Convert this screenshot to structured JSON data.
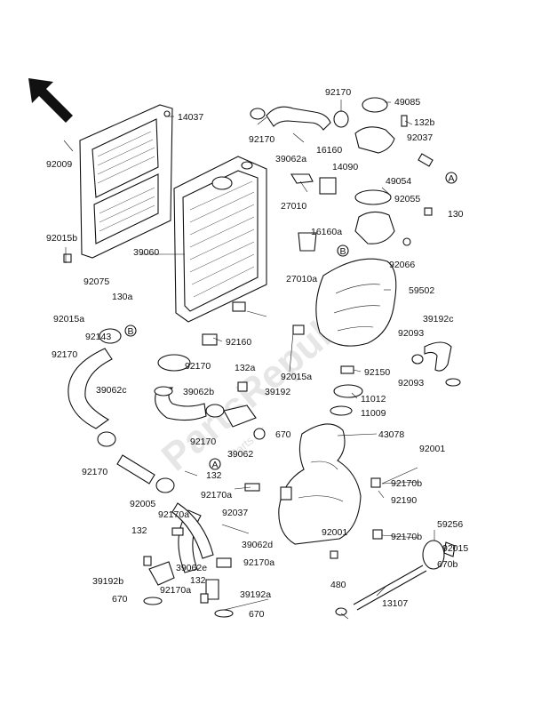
{
  "watermark": {
    "brand": "PartsRepublik",
    "sub": "Parts for"
  },
  "labels": {
    "l14037": "14037",
    "l92009": "92009",
    "l92015b": "92015b",
    "l39060": "39060",
    "l92075": "92075",
    "l130a": "130a",
    "l92015a_left": "92015a",
    "l92143": "92143",
    "l92170_left": "92170",
    "l39062c": "39062c",
    "l92170_b": "92170",
    "l92005": "92005",
    "l132_left": "132",
    "l39192b": "39192b",
    "l670_left": "670",
    "l92170_top": "92170",
    "l92170_top2": "92170",
    "l49085": "49085",
    "l132b": "132b",
    "l92037_top": "92037",
    "l16160": "16160",
    "l39062a": "39062a",
    "l14090": "14090",
    "l49054": "49054",
    "l27010": "27010",
    "l92055": "92055",
    "l130": "130",
    "l16160a": "16160a",
    "l92066": "92066",
    "l27010a": "27010a",
    "l59502": "59502",
    "l39192c": "39192c",
    "l92093_a": "92093",
    "l92093_b": "92093",
    "l92160": "92160",
    "l92015a_mid": "92015a",
    "l92150": "92150",
    "l92170_mid": "92170",
    "l132a": "132a",
    "l39062b": "39062b",
    "l39192": "39192",
    "l670_mid": "670",
    "l11012": "11012",
    "l11009": "11009",
    "l43078": "43078",
    "l92170_c": "92170",
    "l39062": "39062",
    "l132_mid": "132",
    "l92170a_1": "92170a",
    "l92170a_2": "92170a",
    "l92037_low": "92037",
    "l39062d": "39062d",
    "l39062e": "39062e",
    "l92170a_3": "92170a",
    "l92170a_4": "92170a",
    "l132_low": "132",
    "l39192a": "39192a",
    "l670_low": "670",
    "l92001_top": "92001",
    "l92170b_1": "92170b",
    "l92190": "92190",
    "l92001_low": "92001",
    "l92170b_2": "92170b",
    "l59256": "59256",
    "l92015": "92015",
    "l670b": "670b",
    "l480": "480",
    "l13107": "13107"
  },
  "callouts": {
    "A": "A",
    "B": "B"
  },
  "icons": {
    "direction": "front-arrow-icon"
  }
}
